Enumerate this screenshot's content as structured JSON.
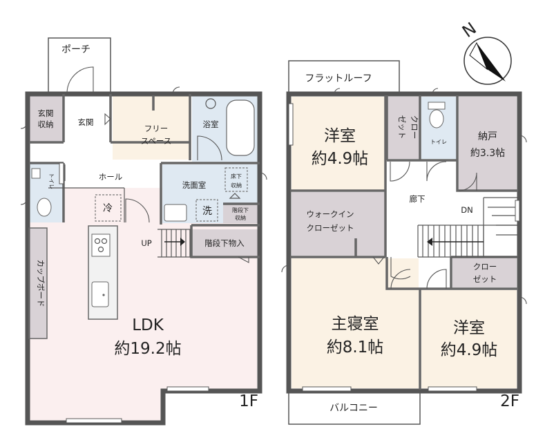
{
  "floor1": {
    "label": "1F",
    "rooms": {
      "porch": "ポーチ",
      "entrance_storage": [
        "玄関",
        "収納"
      ],
      "entrance": "玄関",
      "free_space": [
        "フリー",
        "スペース"
      ],
      "bath": "浴室",
      "toilet": "トイレ",
      "hall": "ホール",
      "washroom": "洗面室",
      "floor_storage": [
        "床下",
        "収納"
      ],
      "stair_storage_small": [
        "階段下",
        "収納"
      ],
      "stair_storage": "階段下物入",
      "fridge": "冷",
      "washer": "洗",
      "up": "UP",
      "cupboard": "カップボード",
      "ldk": "LDK",
      "ldk_size": "約19.2帖"
    },
    "colors": {
      "ldk": "#fbefef",
      "free_space": "#fbf2e4",
      "wet": "#dfe9f2",
      "storage": "#d9d2d6"
    }
  },
  "floor2": {
    "label": "2F",
    "rooms": {
      "flat_roof": "フラットルーフ",
      "western_a": "洋室",
      "western_a_size": "約4.9帖",
      "closet_v": [
        "クロー",
        "ゼット"
      ],
      "toilet": "トイレ",
      "storeroom": "納戸",
      "storeroom_size": "約3.3帖",
      "walkin": [
        "ウォークイン",
        "クローゼット"
      ],
      "corridor": "廊下",
      "dn": "DN",
      "closet_h": [
        "クロー",
        "ゼット"
      ],
      "master": "主寝室",
      "master_size": "約8.1帖",
      "western_b": "洋室",
      "western_b_size": "約4.9帖",
      "balcony": "バルコニー"
    },
    "colors": {
      "bedroom": "#fbf2e4",
      "storage": "#d9d2d6",
      "wet": "#dfe9f2"
    }
  },
  "compass": {
    "label": "N",
    "icon": "north-arrow-icon"
  }
}
